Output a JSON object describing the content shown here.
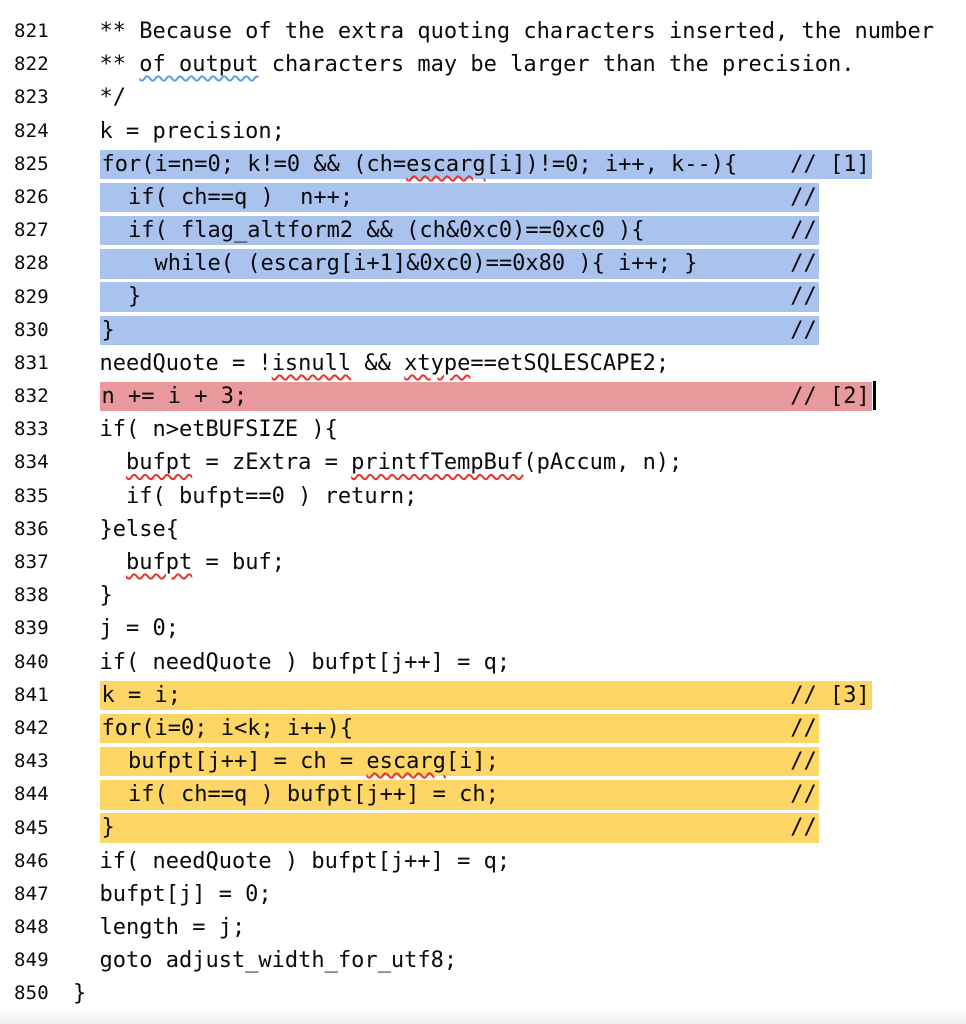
{
  "colors": {
    "highlight_blue": "#a9c3ee",
    "highlight_red": "#e9999c",
    "highlight_yellow": "#fdd666",
    "squiggle_red": "#e5362a",
    "squiggle_blue": "#5d9de8",
    "text": "#0a0a0a",
    "background": "#ffffff"
  },
  "editor": {
    "comment_col": 52,
    "lines": [
      {
        "num": "821",
        "segs": [
          [
            "",
            "  ** Because of the extra quoting characters inserted, the number"
          ]
        ]
      },
      {
        "num": "822",
        "segs": [
          [
            "",
            "  ** "
          ],
          [
            "sqb",
            "of output"
          ],
          [
            "",
            " characters may be larger than the precision."
          ]
        ]
      },
      {
        "num": "823",
        "segs": [
          [
            "",
            "  */"
          ]
        ]
      },
      {
        "num": "824",
        "segs": [
          [
            "",
            "  k = precision;"
          ]
        ]
      },
      {
        "num": "825",
        "hl": "blue",
        "pre": "  ",
        "segs": [
          [
            "",
            "for(i=n=0; k!=0 && (ch="
          ],
          [
            "sqr",
            "escarg"
          ],
          [
            "",
            "[i])!=0; i++, k--){"
          ]
        ],
        "comment": "// [1]"
      },
      {
        "num": "826",
        "hl": "blue",
        "pre": "  ",
        "segs": [
          [
            "",
            "  if( ch==q )  n++;"
          ]
        ],
        "comment": "//"
      },
      {
        "num": "827",
        "hl": "blue",
        "pre": "  ",
        "segs": [
          [
            "",
            "  if( flag_altform2 && (ch&0xc0)==0xc0 ){"
          ]
        ],
        "comment": "//"
      },
      {
        "num": "828",
        "hl": "blue",
        "pre": "  ",
        "segs": [
          [
            "",
            "    while( (escarg[i+1]&0xc0)==0x80 ){ i++; }"
          ]
        ],
        "comment": "//"
      },
      {
        "num": "829",
        "hl": "blue",
        "pre": "  ",
        "segs": [
          [
            "",
            "  }"
          ]
        ],
        "comment": "//"
      },
      {
        "num": "830",
        "hl": "blue",
        "pre": "  ",
        "segs": [
          [
            "",
            "}"
          ]
        ],
        "comment": "//"
      },
      {
        "num": "831",
        "segs": [
          [
            "",
            "  needQuote = !"
          ],
          [
            "sqr",
            "isnull"
          ],
          [
            "",
            " && "
          ],
          [
            "sqr",
            "xtype"
          ],
          [
            "",
            "==etSQLESCAPE2;"
          ]
        ]
      },
      {
        "num": "832",
        "hl": "red",
        "pre": "  ",
        "segs": [
          [
            "",
            "n += i + 3;"
          ]
        ],
        "comment": "// [2]",
        "caret": true
      },
      {
        "num": "833",
        "segs": [
          [
            "",
            "  if( n>etBUFSIZE ){"
          ]
        ]
      },
      {
        "num": "834",
        "segs": [
          [
            "",
            "    "
          ],
          [
            "sqr",
            "bufpt"
          ],
          [
            "",
            " = zExtra = "
          ],
          [
            "sqr",
            "printfTempBuf"
          ],
          [
            "",
            "(pAccum, n);"
          ]
        ]
      },
      {
        "num": "835",
        "segs": [
          [
            "",
            "    if( bufpt==0 ) return;"
          ]
        ]
      },
      {
        "num": "836",
        "segs": [
          [
            "",
            "  }else{"
          ]
        ]
      },
      {
        "num": "837",
        "segs": [
          [
            "",
            "    "
          ],
          [
            "sqr",
            "bufpt"
          ],
          [
            "",
            " = buf;"
          ]
        ]
      },
      {
        "num": "838",
        "segs": [
          [
            "",
            "  }"
          ]
        ]
      },
      {
        "num": "839",
        "segs": [
          [
            "",
            "  j = 0;"
          ]
        ]
      },
      {
        "num": "840",
        "segs": [
          [
            "",
            "  if( needQuote ) bufpt[j++] = q;"
          ]
        ]
      },
      {
        "num": "841",
        "hl": "yellow",
        "pre": "  ",
        "segs": [
          [
            "",
            "k = i;"
          ]
        ],
        "comment": "// [3]"
      },
      {
        "num": "842",
        "hl": "yellow",
        "pre": "  ",
        "segs": [
          [
            "",
            "for(i=0; i<k; i++){"
          ]
        ],
        "comment": "//"
      },
      {
        "num": "843",
        "hl": "yellow",
        "pre": "  ",
        "segs": [
          [
            "",
            "  bufpt[j++] = ch = "
          ],
          [
            "sqr",
            "escarg"
          ],
          [
            "",
            "[i];"
          ]
        ],
        "comment": "//"
      },
      {
        "num": "844",
        "hl": "yellow",
        "pre": "  ",
        "segs": [
          [
            "",
            "  if( ch==q ) bufpt[j++] = ch;"
          ]
        ],
        "comment": "//"
      },
      {
        "num": "845",
        "hl": "yellow",
        "pre": "  ",
        "segs": [
          [
            "",
            "}"
          ]
        ],
        "comment": "//"
      },
      {
        "num": "846",
        "segs": [
          [
            "",
            "  if( needQuote ) bufpt[j++] = q;"
          ]
        ]
      },
      {
        "num": "847",
        "segs": [
          [
            "",
            "  bufpt[j] = 0;"
          ]
        ]
      },
      {
        "num": "848",
        "segs": [
          [
            "",
            "  length = j;"
          ]
        ]
      },
      {
        "num": "849",
        "segs": [
          [
            "",
            "  goto adjust_width_for_utf8;"
          ]
        ]
      },
      {
        "num": "850",
        "segs": [
          [
            "",
            "}"
          ]
        ]
      }
    ]
  }
}
